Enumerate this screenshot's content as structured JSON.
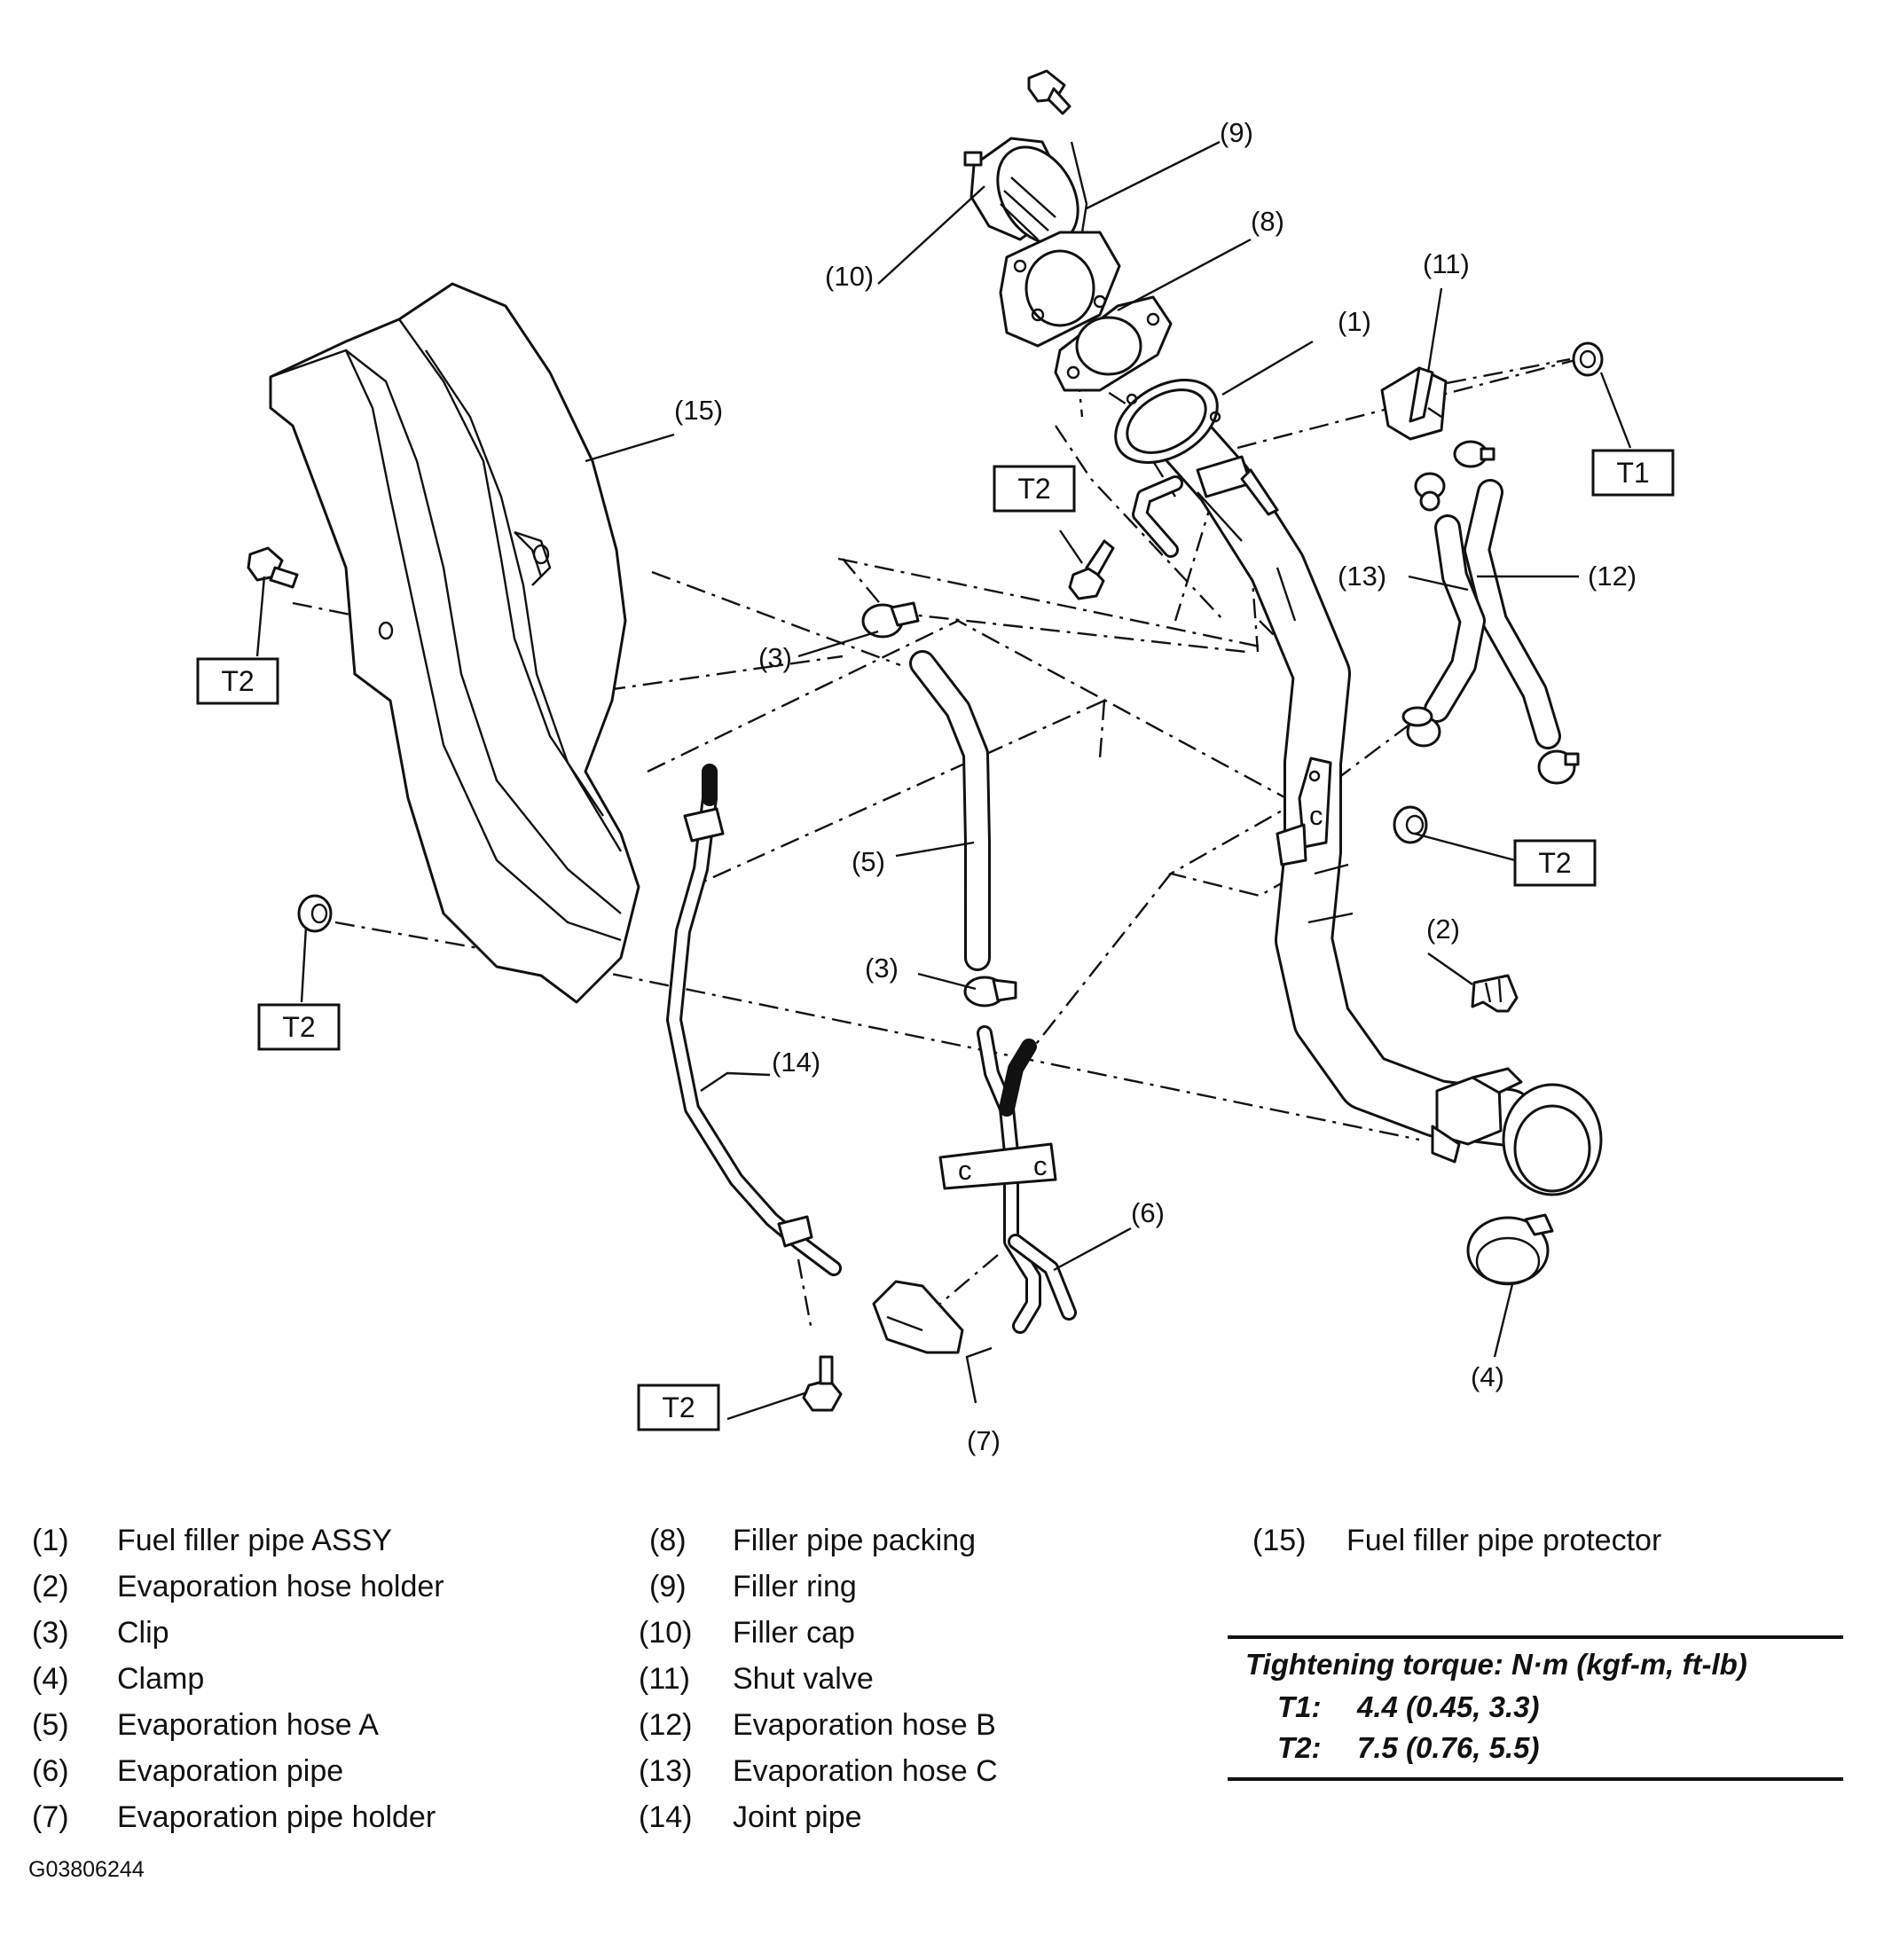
{
  "callouts": {
    "c1": "(1)",
    "c2": "(2)",
    "c3a": "(3)",
    "c3b": "(3)",
    "c4": "(4)",
    "c5": "(5)",
    "c6": "(6)",
    "c7": "(7)",
    "c8": "(8)",
    "c9": "(9)",
    "c10": "(10)",
    "c11": "(11)",
    "c12": "(12)",
    "c13": "(13)",
    "c14": "(14)",
    "c15": "(15)"
  },
  "torque_tags": {
    "t1": "T1",
    "t2_a": "T2",
    "t2_b": "T2",
    "t2_c": "T2",
    "t2_d": "T2",
    "t2_e": "T2"
  },
  "legend": {
    "col1": [
      {
        "num": "(1)",
        "name": "Fuel filler pipe ASSY"
      },
      {
        "num": "(2)",
        "name": "Evaporation hose holder"
      },
      {
        "num": "(3)",
        "name": "Clip"
      },
      {
        "num": "(4)",
        "name": "Clamp"
      },
      {
        "num": "(5)",
        "name": "Evaporation hose A"
      },
      {
        "num": "(6)",
        "name": "Evaporation pipe"
      },
      {
        "num": "(7)",
        "name": "Evaporation pipe holder"
      }
    ],
    "col2": [
      {
        "num": "(8)",
        "name": "Filler pipe packing"
      },
      {
        "num": "(9)",
        "name": "Filler ring"
      },
      {
        "num": "(10)",
        "name": "Filler cap"
      },
      {
        "num": "(11)",
        "name": "Shut valve"
      },
      {
        "num": "(12)",
        "name": "Evaporation hose B"
      },
      {
        "num": "(13)",
        "name": "Evaporation hose C"
      },
      {
        "num": "(14)",
        "name": "Joint pipe"
      }
    ],
    "col3": [
      {
        "num": "(15)",
        "name": "Fuel filler pipe protector"
      }
    ]
  },
  "torque_table": {
    "title": "Tightening torque: N·m (kgf-m, ft-lb)",
    "rows": [
      {
        "key": "T1:",
        "value": "4.4 (0.45, 3.3)"
      },
      {
        "key": "T2:",
        "value": "7.5 (0.76, 5.5)"
      }
    ]
  },
  "figure_id": "G03806244"
}
